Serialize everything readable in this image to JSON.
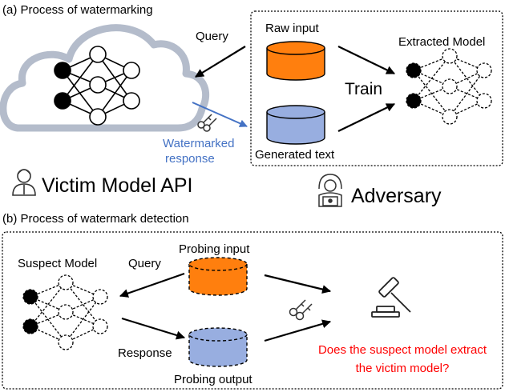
{
  "section_a": {
    "title": "(a) Process of watermarking",
    "query_label": "Query",
    "raw_input_label": "Raw input",
    "extracted_model_label": "Extracted Model",
    "train_label": "Train",
    "generated_text_label": "Generated text",
    "watermarked_label_line1": "Watermarked",
    "watermarked_label_line2": "response",
    "victim_label": "Victim Model API",
    "adversary_label": "Adversary"
  },
  "section_b": {
    "title": "(b) Process of watermark detection",
    "suspect_model_label": "Suspect Model",
    "query_label": "Query",
    "probing_input_label": "Probing input",
    "response_label": "Response",
    "probing_output_label": "Probing output",
    "question_line1": "Does the suspect model extract",
    "question_line2": "the victim model?"
  },
  "colors": {
    "orange": "#ff7f0e",
    "blue_fill": "#98aee0",
    "watermark_blue": "#4472c4",
    "question_red": "#ff0000",
    "cloud_gray": "#b4bccb"
  },
  "icons": [
    "cloud-icon",
    "neural-network-icon",
    "key-icon",
    "person-icon",
    "hacker-icon",
    "gavel-icon",
    "database-cylinder-icon"
  ]
}
